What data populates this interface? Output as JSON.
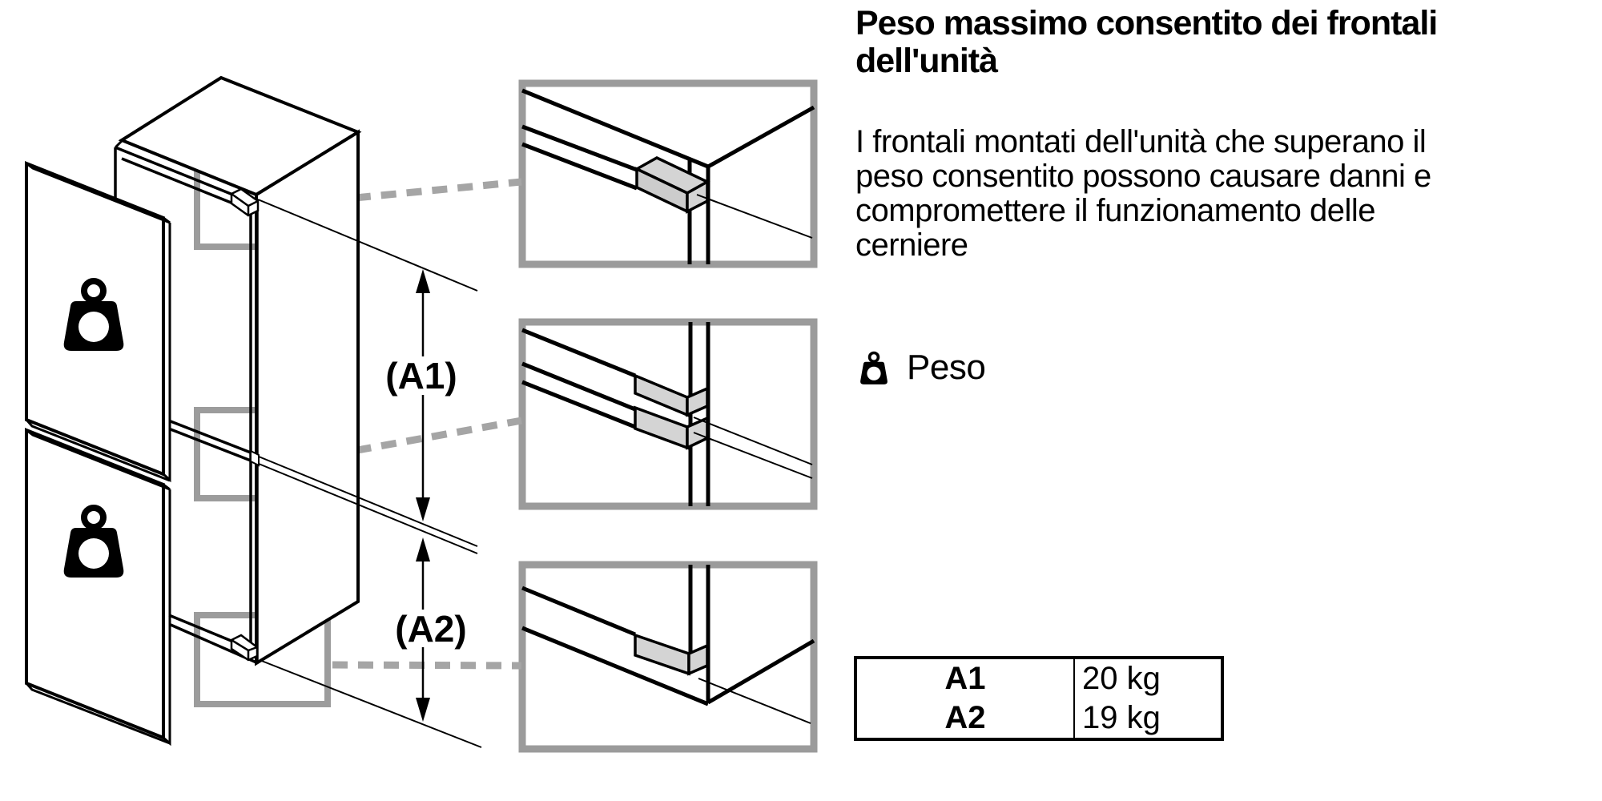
{
  "title_lines": [
    "Peso massimo consentito dei frontali",
    "dell'unità"
  ],
  "body_lines": [
    "I frontali montati dell'unità che superano il",
    "peso consentito possono causare danni e",
    "compromettere il funzionamento delle",
    "cerniere"
  ],
  "peso": {
    "label": "Peso",
    "icon": "weight-icon"
  },
  "diagram": {
    "dim_a1": "(A1)",
    "dim_a2": "(A2)",
    "description": "built-in fridge unit with two door fronts, three hinge detail callouts"
  },
  "table": {
    "rows": [
      {
        "key": "A1",
        "value": "20 kg"
      },
      {
        "key": "A2",
        "value": "19 kg"
      }
    ]
  },
  "colors": {
    "highlight_gray": "#9c9c9c",
    "detail_box_gray": "#9b9b9b",
    "dashed_gray": "#a5a5a5",
    "block_gray": "#d4d4d4",
    "line_black": "#000000",
    "background": "#ffffff"
  }
}
